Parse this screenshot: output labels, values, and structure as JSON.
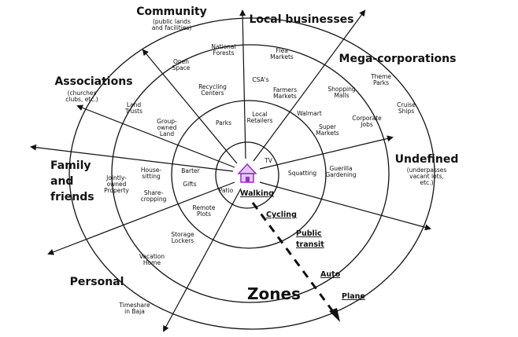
{
  "categories": {
    "community": "Community",
    "community_sub": [
      "(public lands",
      "and facilities)"
    ],
    "local_businesses": "Local businesses",
    "mega_corporations": "Mega-corporations",
    "associations": "Associations",
    "associations_sub": [
      "(churches",
      "clubs, etc.)"
    ],
    "family_friends": [
      "Family",
      "and",
      "friends"
    ],
    "undefined": "Undefined",
    "undefined_sub": [
      "(underpasses",
      "vacant lots,",
      "etc.)"
    ],
    "personal": "Personal"
  },
  "items": {
    "national_forests": [
      "National",
      "Forests"
    ],
    "flea_markets": [
      "Flea",
      "Markets"
    ],
    "open_space": [
      "Open",
      "Space"
    ],
    "recycling_centers": [
      "Recycling",
      "Centers"
    ],
    "csas": "CSA's",
    "farmers_markets": [
      "Farmers",
      "Markets"
    ],
    "shopping_malls": [
      "Shopping",
      "Malls"
    ],
    "theme_parks": [
      "Theme",
      "Parks"
    ],
    "land_trusts": [
      "Land",
      "Trusts"
    ],
    "group_owned_land": [
      "Group-",
      "owned",
      "Land"
    ],
    "parks": "Parks",
    "local_retailers": [
      "Local",
      "Retailers"
    ],
    "walmart": "Walmart",
    "super_markets": [
      "Super",
      "Markets"
    ],
    "corporate_jobs": [
      "Corporate",
      "Jobs"
    ],
    "cruise_ships": [
      "Cruise",
      "Ships"
    ],
    "tv": "TV",
    "jointly_owned_property": [
      "Jointly-",
      "owned",
      "Property"
    ],
    "house_sitting": [
      "House-",
      "sitting"
    ],
    "barter": "Barter",
    "gifts": "Gifts",
    "share_cropping": [
      "Share-",
      "cropping"
    ],
    "squatting": "Squatting",
    "guerilla_gardening": [
      "Guerilla",
      "Gardening"
    ],
    "patio": "Patio",
    "remote_plots": [
      "Remote",
      "Plots"
    ],
    "storage_lockers": [
      "Storage",
      "Lockers"
    ],
    "vacation_home": [
      "Vacation",
      "Home"
    ],
    "timeshare_in_baja": [
      "Timeshare",
      "in Baja"
    ]
  },
  "zones": {
    "title": "Zones",
    "walking": "Walking",
    "cycling": "Cycling",
    "public_transit": [
      "Public",
      "transit"
    ],
    "auto": "Auto",
    "plane": "Plane"
  },
  "center_icon": "house-icon"
}
